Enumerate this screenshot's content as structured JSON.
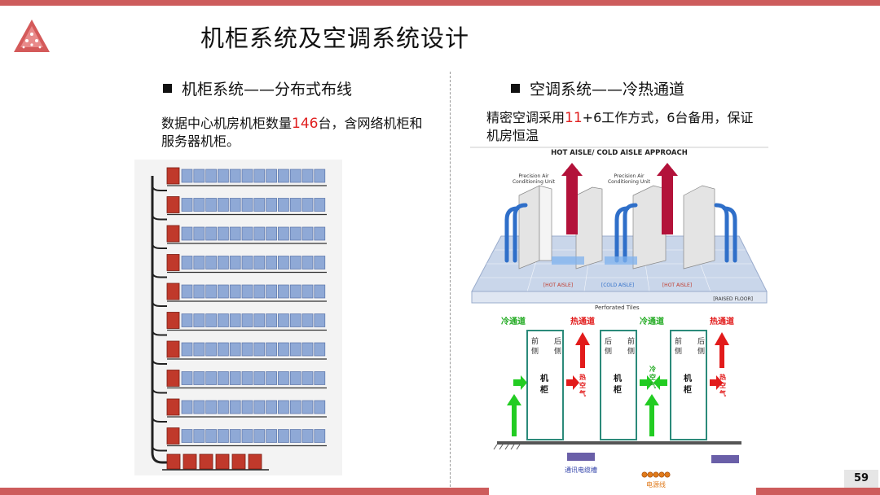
{
  "slide": {
    "title": "机柜系统及空调系统设计",
    "page_number": "59"
  },
  "left": {
    "heading": "机柜系统——分布式布线",
    "desc_pre": "数据中心机房机柜数量",
    "desc_number": "146",
    "desc_post": "台，含网络机柜和服务器机柜。"
  },
  "right": {
    "heading": "空调系统——冷热通道",
    "desc_pre": "精密空调采用",
    "desc_number": "11",
    "desc_post": "+6工作方式，6台备用，保证机房恒温"
  },
  "aisle_diagram": {
    "title": "HOT AISLE/ COLD AISLE  APPROACH",
    "unit_label_line1": "Precision Air",
    "unit_label_line2": "Conditioning Unit",
    "hot_aisle": "[HOT AISLE]",
    "cold_aisle": "[COLD AISLE]",
    "raised_floor": "[RAISED FLOOR]",
    "perforated_tiles": "Perforated Tiles"
  },
  "flow_diagram": {
    "cold_channel": "冷通道",
    "hot_channel": "热通道",
    "front": "前侧",
    "back": "后侧",
    "cabinet": "机柜",
    "hot_air": "热空气",
    "cold_air": "冷空气",
    "comm_tray": "通讯电缆槽",
    "power_line": "电源线"
  },
  "colors": {
    "accent_bar": "#cd5c5c",
    "highlight": "#e02020",
    "rack_red": "#c0392b",
    "rack_blue": "#8fa9d6",
    "cold_green": "#22cc22",
    "hot_red": "#e21b1b",
    "cold_blue": "#2f6fc9"
  }
}
